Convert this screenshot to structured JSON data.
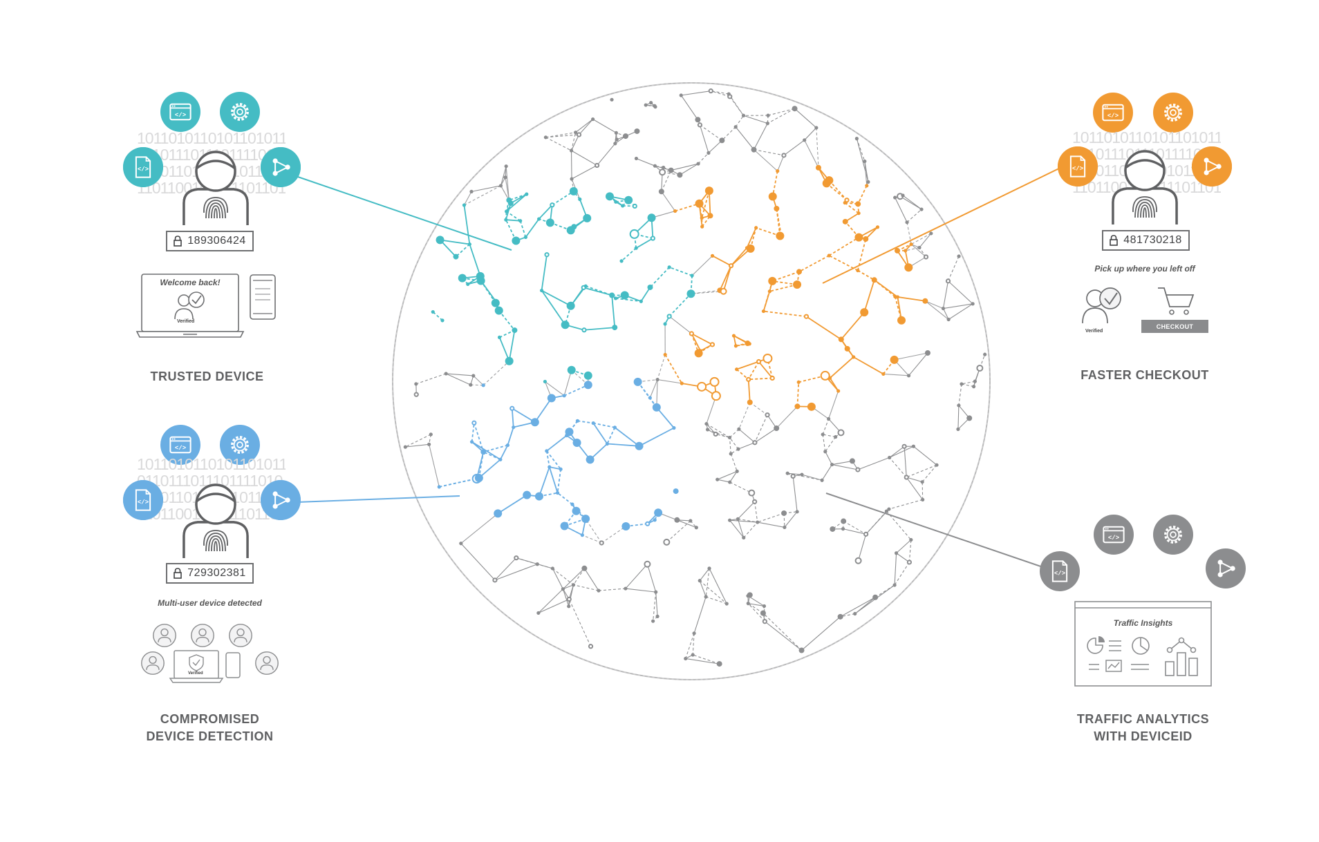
{
  "colors": {
    "teal": "#45bcc4",
    "blue": "#6aaee3",
    "orange": "#f19a32",
    "gray": "#8c8d8f",
    "dark": "#5f6062",
    "panel": "#f3f3f4"
  },
  "binary_text": "10110101101011010110\n0110111011101111010\n01101101011010110101\n1101100101011101101",
  "trusted_device": {
    "id_number": "189306424",
    "panel_title": "Welcome back!",
    "verified_label": "Verified",
    "caption": "TRUSTED DEVICE",
    "icons": [
      "code-window-icon",
      "gear-icon",
      "code-file-icon",
      "share-nodes-icon"
    ]
  },
  "compromised": {
    "id_number": "729302381",
    "panel_title": "Multi-user device detected",
    "verified_label": "Verified",
    "caption_line1": "COMPROMISED",
    "caption_line2": "DEVICE DETECTION",
    "icons": [
      "code-window-icon",
      "gear-icon",
      "code-file-icon",
      "share-nodes-icon"
    ]
  },
  "faster_checkout": {
    "id_number": "481730218",
    "panel_title": "Pick up where you left off",
    "verified_label": "Verified",
    "button_label": "CHECKOUT",
    "caption": "FASTER CHECKOUT",
    "icons": [
      "code-window-icon",
      "gear-icon",
      "code-file-icon",
      "share-nodes-icon"
    ]
  },
  "traffic": {
    "panel_title": "Traffic Insights",
    "caption_line1": "TRAFFIC ANALYTICS",
    "caption_line2": "WITH DEVICEID",
    "icons": [
      "code-window-icon",
      "gear-icon",
      "code-file-icon",
      "share-nodes-icon"
    ]
  }
}
